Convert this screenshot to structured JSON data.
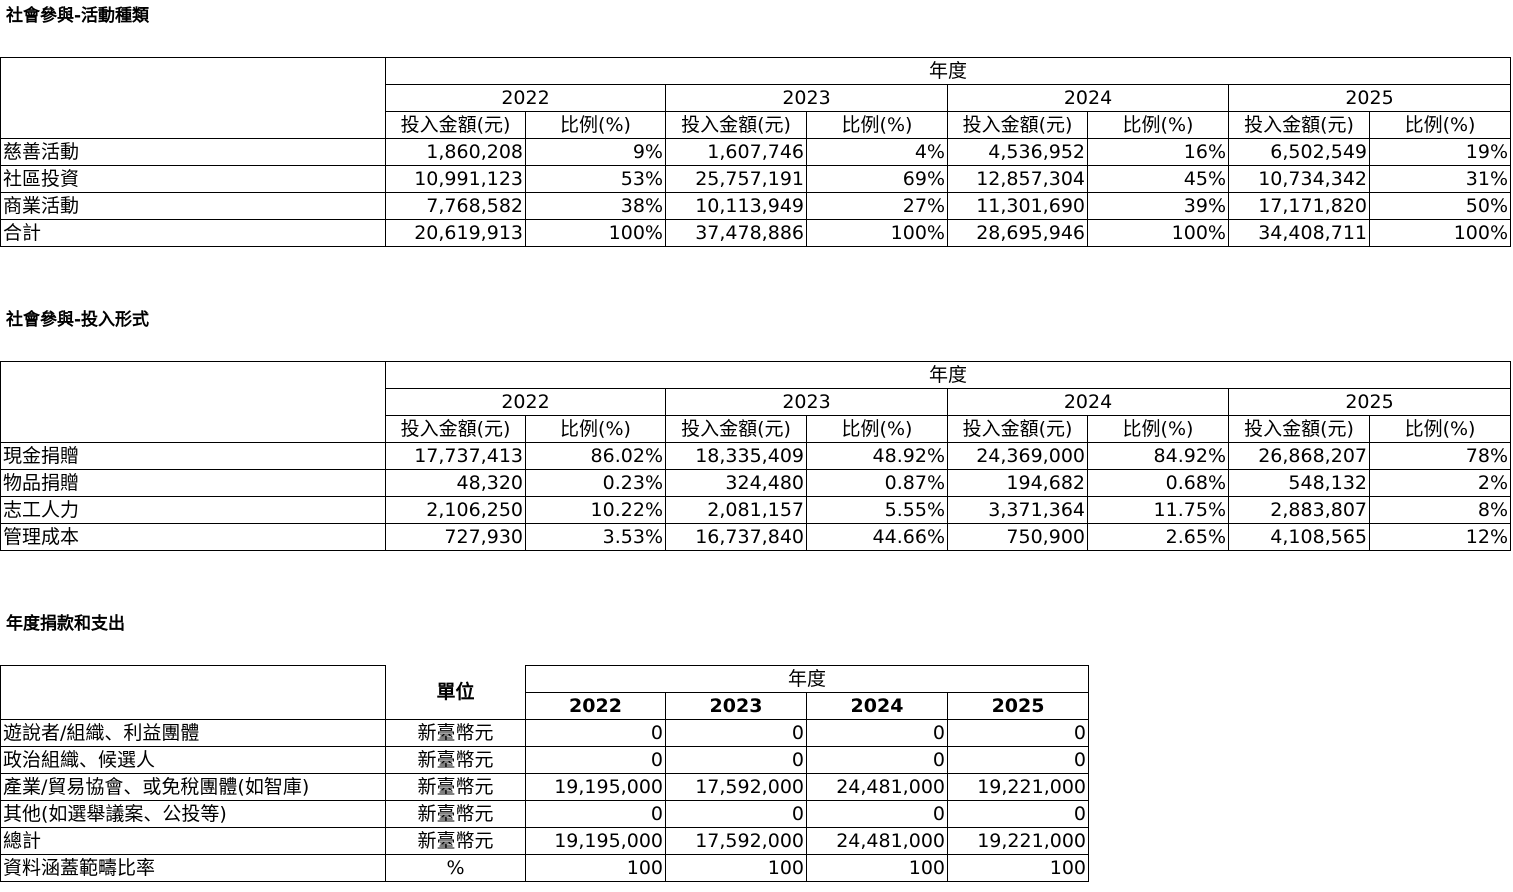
{
  "section1": {
    "title": "社會參與-活動種類",
    "year_header": "年度",
    "years": [
      "2022",
      "2023",
      "2024",
      "2025"
    ],
    "col_amount": "投入金額(元)",
    "col_ratio": "比例(%)",
    "rows": [
      {
        "label": "慈善活動",
        "cells": [
          "1,860,208",
          "9%",
          "1,607,746",
          "4%",
          "4,536,952",
          "16%",
          "6,502,549",
          "19%"
        ]
      },
      {
        "label": "社區投資",
        "cells": [
          "10,991,123",
          "53%",
          "25,757,191",
          "69%",
          "12,857,304",
          "45%",
          "10,734,342",
          "31%"
        ]
      },
      {
        "label": "商業活動",
        "cells": [
          "7,768,582",
          "38%",
          "10,113,949",
          "27%",
          "11,301,690",
          "39%",
          "17,171,820",
          "50%"
        ]
      },
      {
        "label": "合計",
        "cells": [
          "20,619,913",
          "100%",
          "37,478,886",
          "100%",
          "28,695,946",
          "100%",
          "34,408,711",
          "100%"
        ]
      }
    ]
  },
  "section2": {
    "title": "社會參與-投入形式",
    "year_header": "年度",
    "years": [
      "2022",
      "2023",
      "2024",
      "2025"
    ],
    "col_amount": "投入金額(元)",
    "col_ratio": "比例(%)",
    "rows": [
      {
        "label": "現金捐贈",
        "cells": [
          "17,737,413",
          "86.02%",
          "18,335,409",
          "48.92%",
          "24,369,000",
          "84.92%",
          "26,868,207",
          "78%"
        ]
      },
      {
        "label": "物品捐贈",
        "cells": [
          "48,320",
          "0.23%",
          "324,480",
          "0.87%",
          "194,682",
          "0.68%",
          "548,132",
          "2%"
        ]
      },
      {
        "label": "志工人力",
        "cells": [
          "2,106,250",
          "10.22%",
          "2,081,157",
          "5.55%",
          "3,371,364",
          "11.75%",
          "2,883,807",
          "8%"
        ]
      },
      {
        "label": "管理成本",
        "cells": [
          "727,930",
          "3.53%",
          "16,737,840",
          "44.66%",
          "750,900",
          "2.65%",
          "4,108,565",
          "12%"
        ]
      }
    ]
  },
  "section3": {
    "title": "年度捐款和支出",
    "unit_header": "單位",
    "year_header": "年度",
    "years": [
      "2022",
      "2023",
      "2024",
      "2025"
    ],
    "rows": [
      {
        "label": "遊說者/組織、利益團體",
        "unit": "新臺幣元",
        "cells": [
          "0",
          "0",
          "0",
          "0"
        ]
      },
      {
        "label": "政治組織、候選人",
        "unit": "新臺幣元",
        "cells": [
          "0",
          "0",
          "0",
          "0"
        ]
      },
      {
        "label": "產業/貿易協會、或免稅團體(如智庫)",
        "unit": "新臺幣元",
        "cells": [
          "19,195,000",
          "17,592,000",
          "24,481,000",
          "19,221,000"
        ]
      },
      {
        "label": "其他(如選舉議案、公投等)",
        "unit": "新臺幣元",
        "cells": [
          "0",
          "0",
          "0",
          "0"
        ]
      },
      {
        "label": "總計",
        "unit": "新臺幣元",
        "cells": [
          "19,195,000",
          "17,592,000",
          "24,481,000",
          "19,221,000"
        ]
      },
      {
        "label": "資料涵蓋範疇比率",
        "unit": "%",
        "cells": [
          "100",
          "100",
          "100",
          "100"
        ]
      }
    ]
  }
}
